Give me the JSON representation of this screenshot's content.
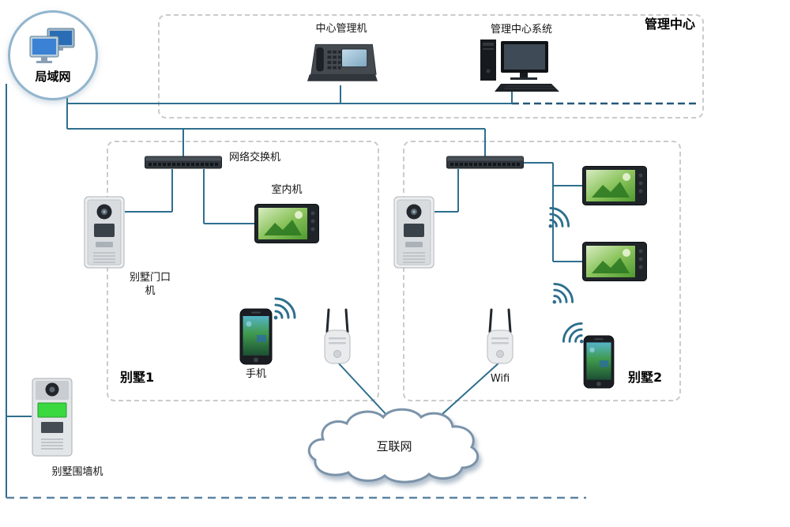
{
  "colors": {
    "line": "#2e6f8e",
    "box_border": "#c9cbcd",
    "bottom_dash": "#5d84a0",
    "cloud_stroke": "#7b93a9",
    "lan_ring": "#92b5cd"
  },
  "lan": {
    "label": "局域网"
  },
  "management": {
    "title": "管理中心",
    "manager_label": "中心管理机",
    "system_label": "管理中心系统"
  },
  "villa1": {
    "title": "别墅1",
    "switch_label": "网络交换机",
    "indoor_label": "室内机",
    "door_label": "别墅门口机",
    "phone_label": "手机"
  },
  "villa2": {
    "title": "别墅2",
    "wifi_label": "Wifi"
  },
  "perimeter": {
    "label": "别墅围墙机"
  },
  "internet": {
    "label": "互联网"
  }
}
